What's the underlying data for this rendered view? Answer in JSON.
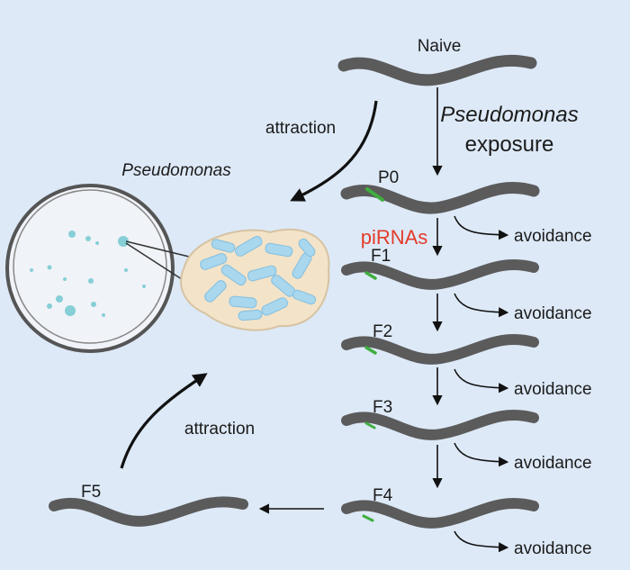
{
  "labels": {
    "naive": "Naive",
    "exposure_line1": "Pseudomonas",
    "exposure_line2": "exposure",
    "attraction_top": "attraction",
    "attraction_bottom": "attraction",
    "pseudomonas_plate": "Pseudomonas",
    "pirnas": "piRNAs",
    "generations": [
      "P0",
      "F1",
      "F2",
      "F3",
      "F4",
      "F5"
    ],
    "avoidance": [
      "avoidance",
      "avoidance",
      "avoidance",
      "avoidance",
      "avoidance"
    ]
  },
  "colors": {
    "background": "#dde9f7",
    "worm": "#5b5b5b",
    "worm_gut_spot": "#3fae3f",
    "arrow": "#111111",
    "pirnas_text": "#e33b2a",
    "petri_fill": "#f0f3f8",
    "petri_rim": "#555555",
    "colony": "#86cfd6",
    "bacteria_cluster_fill": "#f3e3c8",
    "bacteria_rod": "#a8d7ee"
  },
  "icons": [
    "worm-icon",
    "petri-dish-icon",
    "bacteria-cluster-icon"
  ]
}
